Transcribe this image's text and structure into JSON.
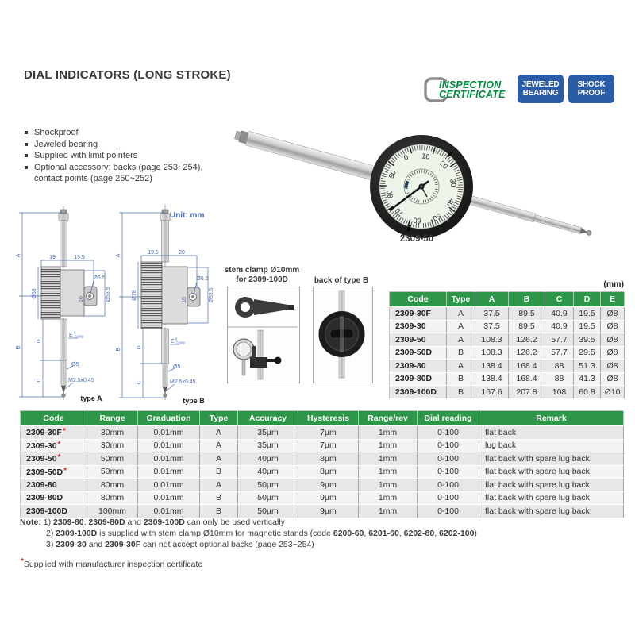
{
  "page": {
    "title": "DIAL INDICATORS (LONG STROKE)",
    "unit_label": "Unit: mm"
  },
  "badges": {
    "inspection": {
      "line1": "INSPECTION",
      "line2": "CERTIFICATE"
    },
    "jeweled": {
      "line1": "JEWELED",
      "line2": "BEARING"
    },
    "shock": {
      "line1": "SHOCK",
      "line2": "PROOF"
    }
  },
  "features": [
    "Shockproof",
    "Jeweled bearing",
    "Supplied with limit pointers",
    "Optional accessory: backs (page 253~254), contact points (page 250~252)"
  ],
  "photo": {
    "label": "2309-50",
    "dial_numbers": [
      "0",
      "10",
      "20",
      "30",
      "40",
      "50",
      "60",
      "70",
      "80",
      "90"
    ]
  },
  "accessories": {
    "stem_clamp_label_1": "stem clamp Ø10mm",
    "stem_clamp_label_2": "for 2309-100D",
    "back_label": "back of type B"
  },
  "drawings": {
    "type_a": {
      "caption": "type A",
      "w1": "19",
      "w2": "19.5",
      "body": "Ø58",
      "hole": "Ø6.5",
      "lug": "16",
      "back": "Ø53.5",
      "a": "A",
      "b": "B",
      "c": "C",
      "d": "D",
      "e": "E",
      "etop": "0",
      "etol": "-0.009",
      "stem": "Ø5",
      "thread": "M2.5x0.45"
    },
    "type_b": {
      "caption": "type B",
      "w1": "19.5",
      "w2": "20",
      "body": "Ø78",
      "hole": "Ø6.5",
      "lug": "16",
      "back": "Ø53.5",
      "a": "A",
      "b": "B",
      "c": "C",
      "d": "D",
      "e": "E",
      "etop": "0",
      "etol": "-0.009",
      "stem": "Ø5",
      "thread": "M2.5x0.45"
    }
  },
  "dim_table": {
    "unit": "(mm)",
    "headers": [
      "Code",
      "Type",
      "A",
      "B",
      "C",
      "D",
      "E"
    ],
    "rows": [
      [
        "2309-30F",
        "A",
        "37.5",
        "89.5",
        "40.9",
        "19.5",
        "Ø8"
      ],
      [
        "2309-30",
        "A",
        "37.5",
        "89.5",
        "40.9",
        "19.5",
        "Ø8"
      ],
      [
        "2309-50",
        "A",
        "108.3",
        "126.2",
        "57.7",
        "39.5",
        "Ø8"
      ],
      [
        "2309-50D",
        "B",
        "108.3",
        "126.2",
        "57.7",
        "29.5",
        "Ø8"
      ],
      [
        "2309-80",
        "A",
        "138.4",
        "168.4",
        "88",
        "51.3",
        "Ø8"
      ],
      [
        "2309-80D",
        "B",
        "138.4",
        "168.4",
        "88",
        "41.3",
        "Ø8"
      ],
      [
        "2309-100D",
        "B",
        "167.6",
        "207.8",
        "108",
        "60.8",
        "Ø10"
      ]
    ]
  },
  "spec_table": {
    "headers": [
      "Code",
      "Range",
      "Graduation",
      "Type",
      "Accuracy",
      "Hysteresis",
      "Range/rev",
      "Dial reading",
      "Remark"
    ],
    "rows": [
      {
        "code": "2309-30F",
        "star": true,
        "cells": [
          "30mm",
          "0.01mm",
          "A",
          "35µm",
          "7µm",
          "1mm",
          "0-100",
          "flat back"
        ]
      },
      {
        "code": "2309-30",
        "star": true,
        "cells": [
          "30mm",
          "0.01mm",
          "A",
          "35µm",
          "7µm",
          "1mm",
          "0-100",
          "lug back"
        ]
      },
      {
        "code": "2309-50",
        "star": true,
        "cells": [
          "50mm",
          "0.01mm",
          "A",
          "40µm",
          "8µm",
          "1mm",
          "0-100",
          "flat back with spare lug back"
        ]
      },
      {
        "code": "2309-50D",
        "star": true,
        "cells": [
          "50mm",
          "0.01mm",
          "B",
          "40µm",
          "8µm",
          "1mm",
          "0-100",
          "flat back with spare lug back"
        ]
      },
      {
        "code": "2309-80",
        "star": false,
        "cells": [
          "80mm",
          "0.01mm",
          "A",
          "50µm",
          "9µm",
          "1mm",
          "0-100",
          "flat back with spare lug back"
        ]
      },
      {
        "code": "2309-80D",
        "star": false,
        "cells": [
          "80mm",
          "0.01mm",
          "B",
          "50µm",
          "9µm",
          "1mm",
          "0-100",
          "flat back with spare lug back"
        ]
      },
      {
        "code": "2309-100D",
        "star": false,
        "cells": [
          "100mm",
          "0.01mm",
          "B",
          "50µm",
          "9µm",
          "1mm",
          "0-100",
          "flat back with spare lug back"
        ]
      }
    ]
  },
  "symbols": {
    "star": "*"
  },
  "notes": {
    "label": "Note:",
    "items": [
      [
        {
          "t": "1) "
        },
        {
          "t": "2309-80",
          "b": 1
        },
        {
          "t": ", "
        },
        {
          "t": "2309-80D",
          "b": 1
        },
        {
          "t": " and "
        },
        {
          "t": "2309-100D",
          "b": 1
        },
        {
          "t": " can only be used vertically"
        }
      ],
      [
        {
          "t": "2) "
        },
        {
          "t": "2309-100D",
          "b": 1
        },
        {
          "t": " is supplied with stem clamp Ø10mm for magnetic stands (code "
        },
        {
          "t": "6200-60",
          "b": 1
        },
        {
          "t": ", "
        },
        {
          "t": "6201-60",
          "b": 1
        },
        {
          "t": ", "
        },
        {
          "t": "6202-80",
          "b": 1
        },
        {
          "t": ", "
        },
        {
          "t": "6202-100",
          "b": 1
        },
        {
          "t": ")"
        }
      ],
      [
        {
          "t": "3) "
        },
        {
          "t": "2309-30",
          "b": 1
        },
        {
          "t": " and "
        },
        {
          "t": "2309-30F",
          "b": 1
        },
        {
          "t": " can not accept optional backs (page 253~254)"
        }
      ]
    ],
    "footnote": "Supplied with manufacturer inspection certificate"
  }
}
